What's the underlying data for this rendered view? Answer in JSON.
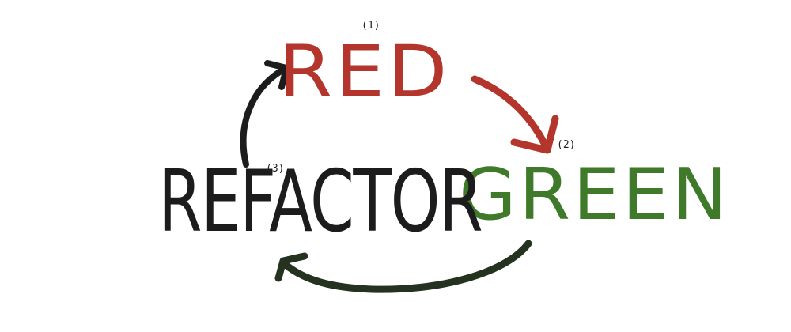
{
  "stages": {
    "red": {
      "label": "RED",
      "step": "(1)",
      "color": "#b3352c"
    },
    "green": {
      "label": "GREEN",
      "step": "(2)",
      "color": "#3f7a2a"
    },
    "refactor": {
      "label": "REFACTOR",
      "step": "(3)",
      "color": "#1c1c1c"
    }
  },
  "arrows": {
    "red_to_green": {
      "color": "#b3352c"
    },
    "green_to_refactor": {
      "color": "#24321f"
    },
    "refactor_to_red": {
      "color": "#1c1c1c"
    }
  }
}
